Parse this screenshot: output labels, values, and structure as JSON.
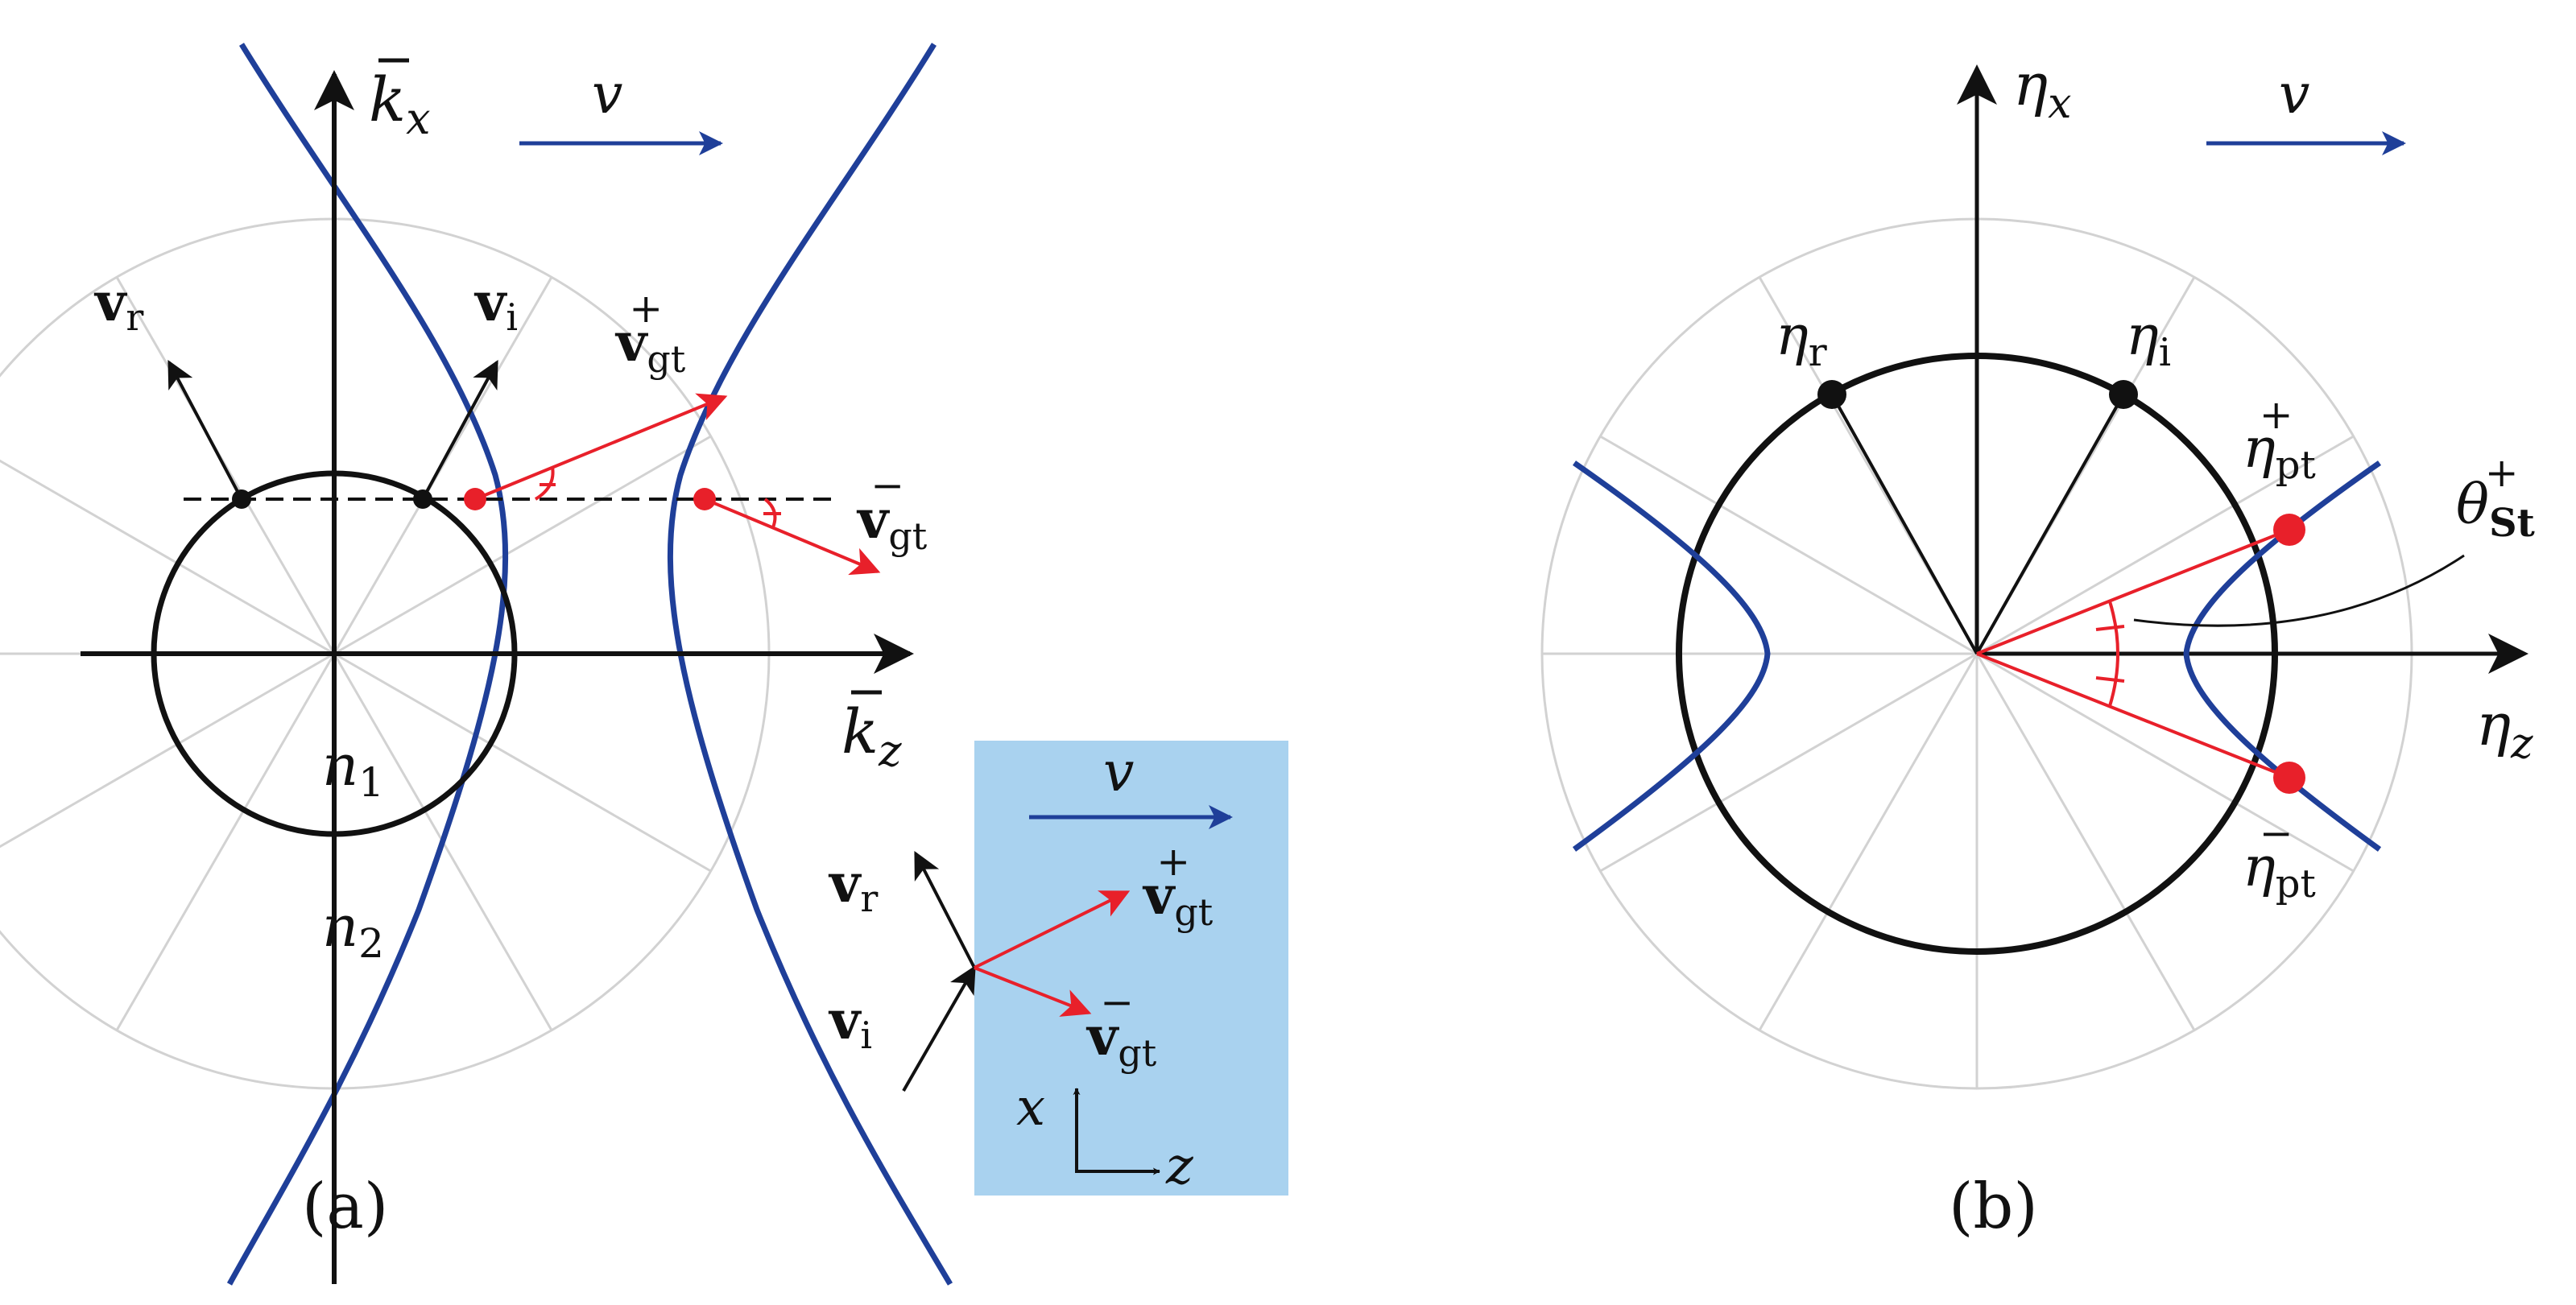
{
  "colors": {
    "blue": "#1f3f99",
    "red": "#e8202a",
    "black": "#111111",
    "grid": "#d2d2d2",
    "inset_bg": "#a9d2ef"
  },
  "panel_a": {
    "caption": "(a)",
    "axis_kx": {
      "base": "k",
      "sub": "x"
    },
    "axis_kz": {
      "base": "k",
      "sub": "z"
    },
    "velocity_label": "v",
    "vec_r": {
      "base": "v",
      "sub": "r"
    },
    "vec_i": {
      "base": "v",
      "sub": "i"
    },
    "vec_gt_plus": {
      "base": "v",
      "sub": "gt",
      "sup": "+"
    },
    "vec_gt_minus": {
      "base": "v",
      "sub": "gt",
      "sup": "−"
    },
    "n1": {
      "base": "n",
      "sub": "1"
    },
    "n2": {
      "base": "n",
      "sub": "2"
    }
  },
  "inset": {
    "velocity_label": "v",
    "vec_r": {
      "base": "v",
      "sub": "r"
    },
    "vec_i": {
      "base": "v",
      "sub": "i"
    },
    "vec_gt_plus": {
      "base": "v",
      "sub": "gt",
      "sup": "+"
    },
    "vec_gt_minus": {
      "base": "v",
      "sub": "gt",
      "sup": "−"
    },
    "coord_x": "x",
    "coord_z": "z"
  },
  "panel_b": {
    "caption": "(b)",
    "axis_eta_x": {
      "base": "η",
      "sub": "x"
    },
    "axis_eta_z": {
      "base": "η",
      "sub": "z"
    },
    "velocity_label": "v",
    "eta_r": {
      "base": "η",
      "sub": "r"
    },
    "eta_i": {
      "base": "η",
      "sub": "i"
    },
    "eta_pt_plus": {
      "base": "η",
      "sub": "pt",
      "sup": "+"
    },
    "eta_pt_minus": {
      "base": "η",
      "sub": "pt",
      "sup": "−"
    },
    "theta": {
      "base": "θ",
      "sub": "St",
      "sup": "+"
    }
  }
}
